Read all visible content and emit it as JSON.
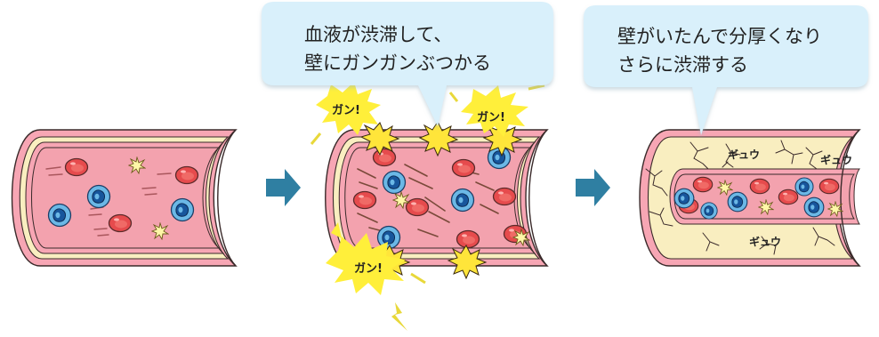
{
  "bubbles": {
    "middle": {
      "line1": "血液が渋滞して、",
      "line2": "壁にガンガンぶつかる"
    },
    "right": {
      "line1": "壁がいたんで分厚くなり",
      "line2": "さらに渋滞する"
    }
  },
  "sfx": {
    "impact_top_left": "ガン!",
    "impact_top_right": "ガン!",
    "impact_bottom": "ガン!",
    "squeeze_top_center": "ギュウ",
    "squeeze_top_right": "ギュウ",
    "squeeze_bottom": "ギュウ"
  },
  "colors": {
    "outer_wall": "#f7a6b4",
    "wall_layer": "#f9eec0",
    "lumen": "#f3a2ae",
    "red_cell": "#e64b4d",
    "white_cell": "#3e8fc9",
    "arrow": "#2f7fa2",
    "bubble_fill": "#d9f0fb",
    "burst": "#ffef3a"
  }
}
